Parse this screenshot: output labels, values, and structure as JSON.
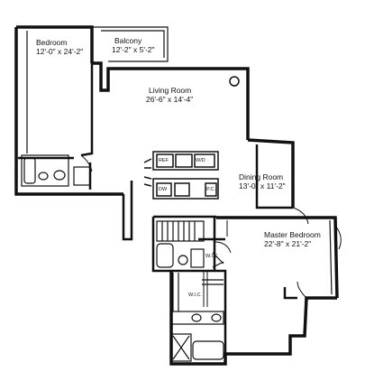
{
  "rooms": {
    "bedroom": {
      "name": "Bedroom",
      "dims": "12'-0\" x 24'-2\""
    },
    "balcony": {
      "name": "Balcony",
      "dims": "12'-2\" x 5'-2\""
    },
    "living_room": {
      "name": "Living Room",
      "dims": "26'-6\" x 14'-4\""
    },
    "dining_room": {
      "name": "Dining Room",
      "dims": "13'-0\" x 11'-2\""
    },
    "master_bedroom": {
      "name": "Master Bedroom",
      "dims": "22'-8\" x 21'-2\""
    }
  },
  "fixtures": {
    "ref": "REF",
    "wd": "W/D",
    "dw": "DW",
    "pc": "P.C.",
    "wic_upper": "W.I.C",
    "wic_lower": "W.I.C."
  }
}
